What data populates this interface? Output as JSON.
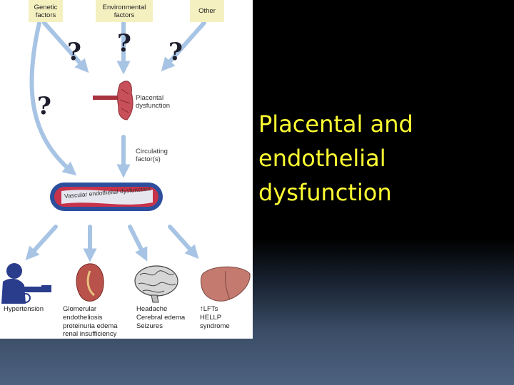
{
  "figure": {
    "factors": {
      "genetic": "Genetic\nfactors",
      "environmental": "Environmental\nfactors",
      "other": "Other"
    },
    "question_mark": "?",
    "placental_label": "Placental\ndysfunction",
    "circulating_label": "Circulating\nfactor(s)",
    "vessel_label": "Vascular endothelial dysfunction",
    "organs": {
      "hypertension": "Hypertension",
      "kidney": "Glomerular\nendotheliosis\nproteinuria edema\nrenal insufficiency",
      "brain": "Headache\nCerebral edema\nSeizures",
      "liver": "↑LFTs\nHELLP syndrome"
    }
  },
  "slide": {
    "title": "Placental and\nendothelial\ndysfunction"
  },
  "colors": {
    "title": "#ffff33",
    "factor_box": "#f5f0c0",
    "arrow": "#a8c4e4",
    "vessel_wall": "#2d4e9c",
    "vessel_blood": "#c8324a",
    "placenta": "#c8505a",
    "liver": "#c47a6e",
    "kidney": "#b8524a",
    "person": "#2a3c8c"
  }
}
